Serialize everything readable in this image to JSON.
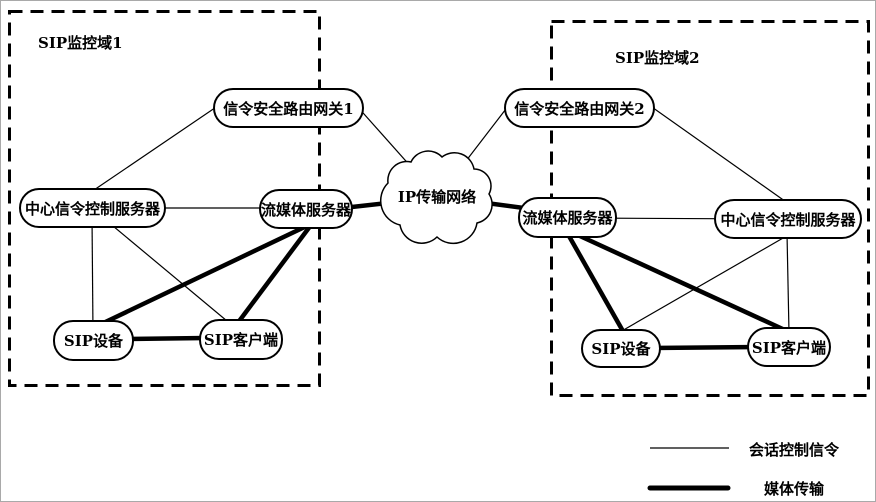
{
  "domains": [
    {
      "label": "SIP监控域1",
      "gateway": "信令安全路由网关1",
      "central_server": "中心信令控制服务器",
      "media_server": "流媒体服务器",
      "sip_device": "SIP设备",
      "sip_client": "SIP客户端"
    },
    {
      "label": "SIP监控域2",
      "gateway": "信令安全路由网关2",
      "central_server": "中心信令控制服务器",
      "media_server": "流媒体服务器",
      "sip_device": "SIP设备",
      "sip_client": "SIP客户端"
    }
  ],
  "cloud": {
    "label": "IP传输网络"
  },
  "legend": {
    "session_control": "会话控制信令",
    "media_transport": "媒体传输"
  },
  "edges": [
    {
      "from": "domain1.gateway",
      "to": "domain1.central_server",
      "type": "session-control"
    },
    {
      "from": "domain1.central_server",
      "to": "domain1.media_server",
      "type": "session-control"
    },
    {
      "from": "domain1.gateway",
      "to": "cloud",
      "type": "session-control"
    },
    {
      "from": "domain1.central_server",
      "to": "domain1.sip_device",
      "type": "session-control"
    },
    {
      "from": "domain1.central_server",
      "to": "domain1.sip_client",
      "type": "session-control"
    },
    {
      "from": "domain1.media_server",
      "to": "cloud",
      "type": "media"
    },
    {
      "from": "domain1.media_server",
      "to": "domain1.sip_device",
      "type": "media"
    },
    {
      "from": "domain1.media_server",
      "to": "domain1.sip_client",
      "type": "media"
    },
    {
      "from": "domain1.sip_device",
      "to": "domain1.sip_client",
      "type": "media"
    },
    {
      "from": "domain2.gateway",
      "to": "domain2.central_server",
      "type": "session-control"
    },
    {
      "from": "domain2.media_server",
      "to": "domain2.central_server",
      "type": "session-control"
    },
    {
      "from": "domain2.gateway",
      "to": "cloud",
      "type": "session-control"
    },
    {
      "from": "domain2.central_server",
      "to": "domain2.sip_device",
      "type": "session-control"
    },
    {
      "from": "domain2.central_server",
      "to": "domain2.sip_client",
      "type": "session-control"
    },
    {
      "from": "domain2.media_server",
      "to": "cloud",
      "type": "media"
    },
    {
      "from": "domain2.media_server",
      "to": "domain2.sip_device",
      "type": "media"
    },
    {
      "from": "domain2.media_server",
      "to": "domain2.sip_client",
      "type": "media"
    },
    {
      "from": "domain2.sip_device",
      "to": "domain2.sip_client",
      "type": "media"
    }
  ],
  "colors": {
    "line": "#000000",
    "node_border": "#000000",
    "node_fill": "#ffffff",
    "background": "#ffffff"
  }
}
